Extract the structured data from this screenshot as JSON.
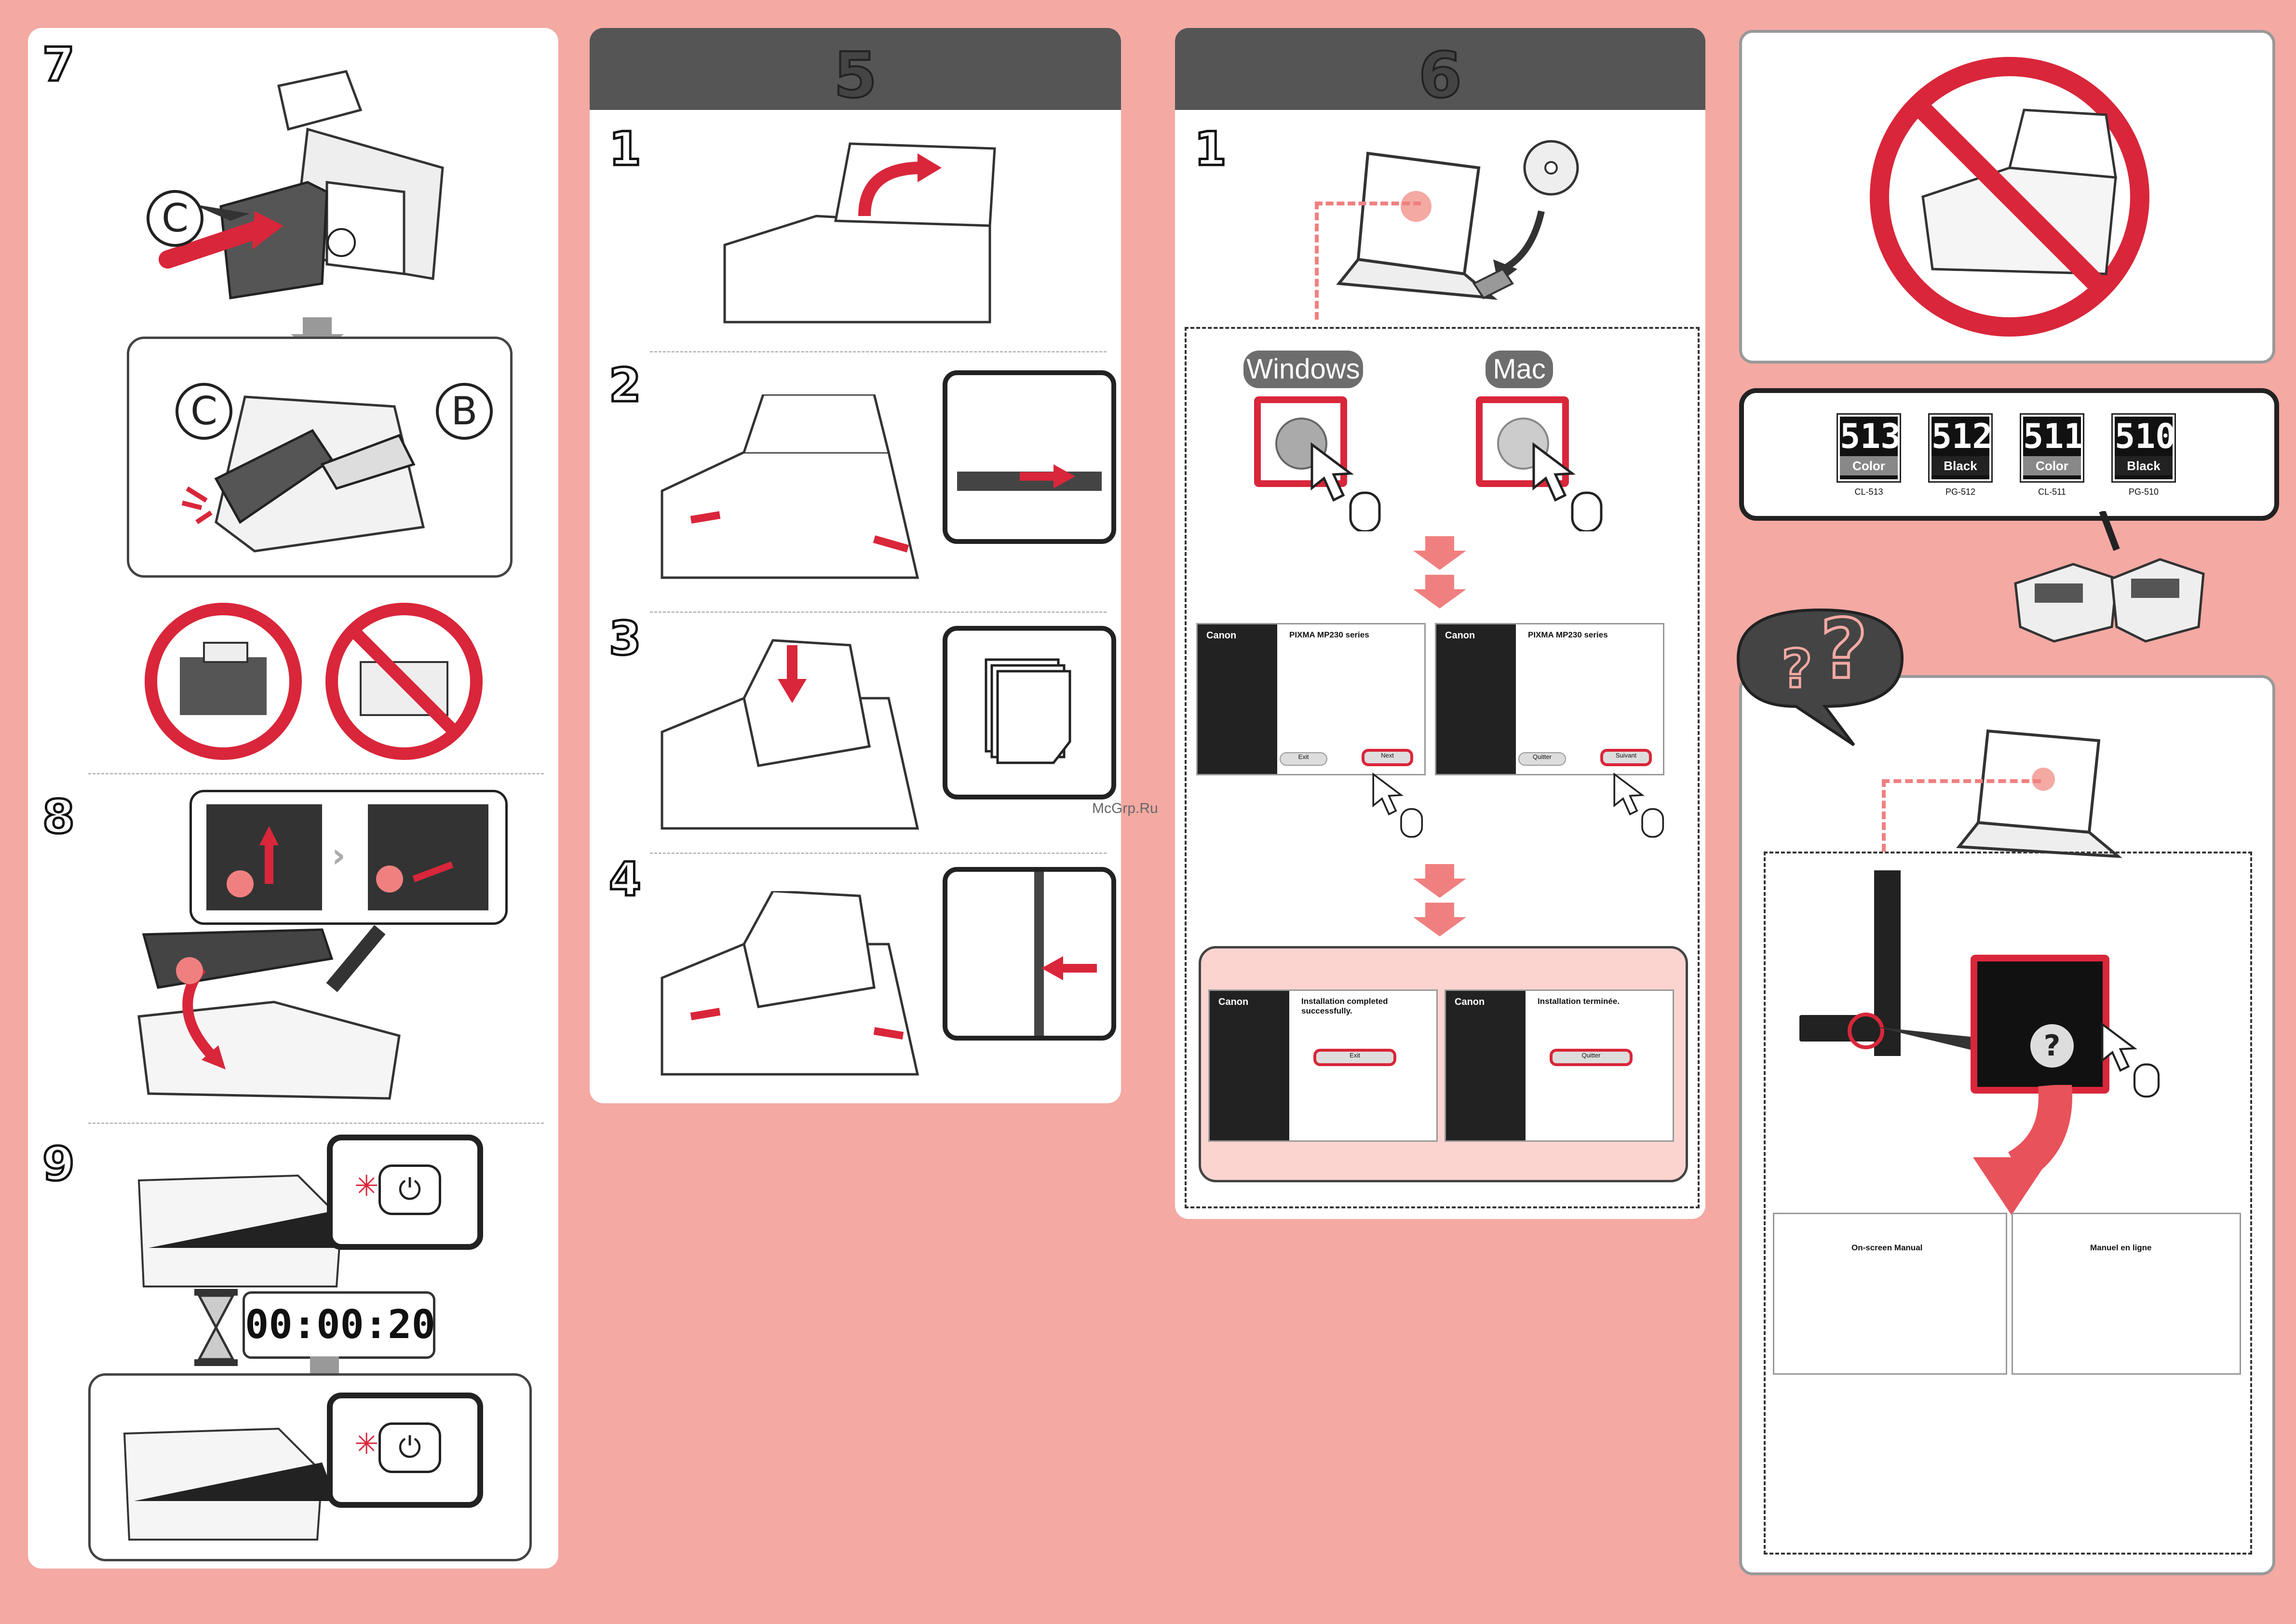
{
  "steps": {
    "s7": "7",
    "s8": "8",
    "s9": "9",
    "sec5": "5",
    "sec6": "6",
    "s5_1": "1",
    "s5_2": "2",
    "s5_3": "3",
    "s5_4": "4",
    "s6_1": "1"
  },
  "labels": {
    "c_top": "C",
    "c_mid": "C",
    "b_mid": "B",
    "windows": "Windows",
    "mac": "Mac",
    "timer": "00:00:20",
    "watermark": "McGrp.Ru"
  },
  "installer": {
    "win": {
      "logo": "Canon",
      "title": "PIXMA MP230 series",
      "exit": "Exit",
      "next": "Next",
      "done_title": "Installation completed successfully."
    },
    "fr": {
      "logo": "Canon",
      "title": "PIXMA MP230 series",
      "quit": "Quitter",
      "next": "Suivant",
      "done_title": "Installation terminée."
    }
  },
  "cartridges": [
    {
      "number": "513",
      "color": "Color",
      "code": "CL-513"
    },
    {
      "number": "512",
      "color": "Black",
      "code": "PG-512"
    },
    {
      "number": "511",
      "color": "Color",
      "code": "CL-511"
    },
    {
      "number": "510",
      "color": "Black",
      "code": "PG-510"
    }
  ],
  "manual": {
    "en_title": "On-screen Manual",
    "fr_title": "Manuel en ligne"
  },
  "colors": {
    "background": "#f4a9a3",
    "accent_red": "#d9263a",
    "header_gray": "#555555"
  }
}
